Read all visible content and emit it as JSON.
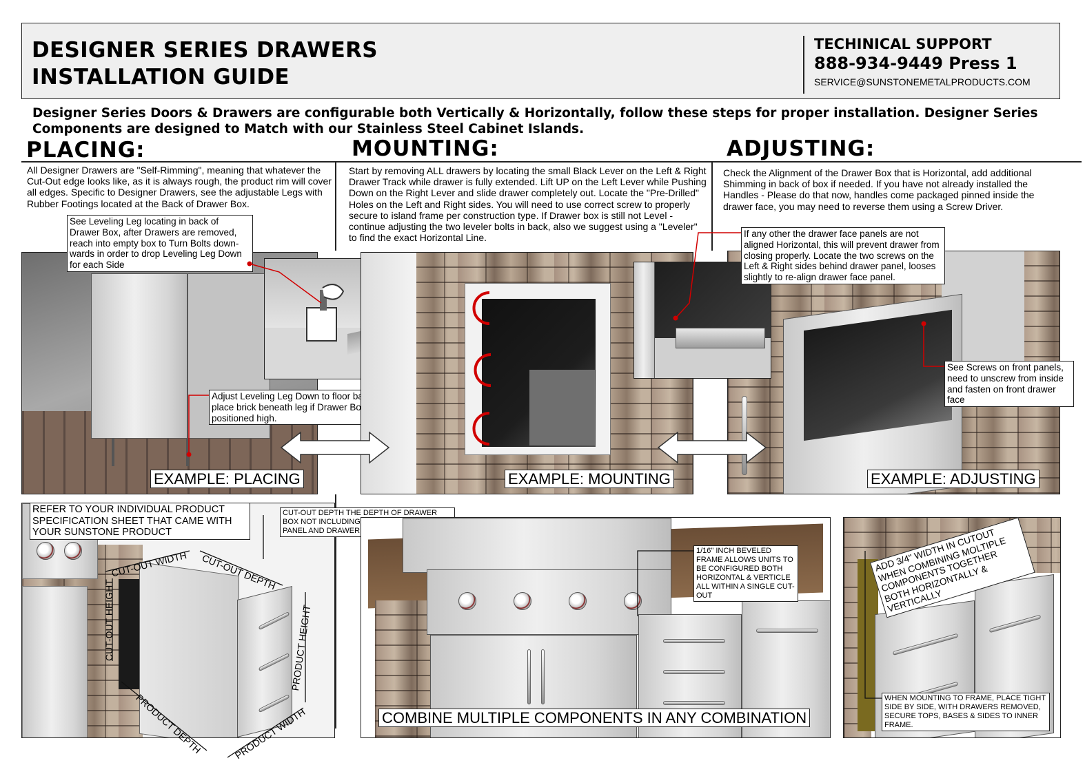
{
  "header": {
    "title_line1": "DESIGNER SERIES DRAWERS",
    "title_line2": "INSTALLATION GUIDE",
    "support_title": "TECHINICAL SUPPORT",
    "support_phone": "888-934-9449 Press 1",
    "support_email": "SERVICE@SUNSTONEMETALPRODUCTS.COM"
  },
  "intro": "Designer Series Doors & Drawers are configurable both Vertically & Horizontally, follow these steps for proper installation. Designer Series Components are designed to Match with our Stainless Steel Cabinet Islands.",
  "placing": {
    "heading": "PLACING:",
    "body": "All Designer Drawers are \"Self-Rimming\", meaning that whatever the Cut-Out edge looks like, as it is always rough, the product rim will cover all edges. Specific to Designer Drawers, see the adjustable Legs with Rubber Footings located at the Back of Drawer Box.",
    "callout_leg": "See Leveling Leg locating in back of Drawer Box, after Drawers are removed, reach into empty box to Turn Bolts down-wards in order to drop Leveling Leg Down for each Side",
    "callout_floor": "Adjust Leveling Leg Down to floor base or place brick beneath leg if Drawer Box is positioned high.",
    "caption": "EXAMPLE: PLACING"
  },
  "mounting": {
    "heading": "MOUNTING:",
    "body": "Start by removing ALL drawers by locating the small Black Lever on the Left & Right Drawer Track while drawer is fully extended. Lift UP on the Left Lever while Pushing Down on the Right Lever and slide drawer completely out. Locate the \"Pre-Drilled\" Holes on the Left and Right sides. You will need to use correct screw to properly secure to island frame per construction type. If Drawer box is still not Level - continue adjusting the two leveler bolts in back, also we suggest using a \"Leveler\" to find the exact Horizontal Line.",
    "caption": "EXAMPLE: MOUNTING"
  },
  "adjusting": {
    "heading": "ADJUSTING:",
    "body": "Check the Alignment of the Drawer Box that is Horizontal, add additional Shimming in back of box if needed. If you have not already installed the Handles - Please do that now, handles come packaged pinned inside the drawer face, you may need to reverse them using a Screw Driver.",
    "callout_align": "If any other the drawer face panels are not aligned Horizontal, this will prevent drawer from closing properly. Locate the two screws on the Left & Right sides behind drawer panel, looses slightly to re-align drawer face panel.",
    "callout_screws": "See Screws on front panels, need to unscrew from inside and fasten on front drawer face",
    "caption": "EXAMPLE: ADJUSTING"
  },
  "dimensions": {
    "refer_note": "REFER TO YOUR INDIVIDUAL PRODUCT SPECIFICATION SHEET THAT CAME WITH YOUR SUNSTONE PRODUCT",
    "cutout_depth_note": "CUT-OUT DEPTH THE DEPTH OF DRAWER BOX NOT INCLUDING THE FRONT DRAWER PANEL AND DRAWER FRAME",
    "labels": {
      "cutout_width": "CUT-OUT WIDTH",
      "cutout_depth": "CUT-OUT DEPTH",
      "cutout_height": "CUT-OUT HEIGHT",
      "product_height": "PRODUCT HEIGHT",
      "product_depth": "PRODUCT DEPTH",
      "product_width": "PRODUCT WIDTH"
    }
  },
  "combine": {
    "bevel_note": "1/16\" INCH BEVELED FRAME ALLOWS UNITS TO BE CONFIGURED BOTH HORIZONTAL & VERTICLE ALL WITHIN A SINGLE CUT-OUT",
    "caption": "COMBINE MULTIPLE COMPONENTS IN ANY COMBINATION"
  },
  "cutout_width": {
    "add_note": "ADD 3/4\" WIDTH IN CUTOUT WHEN COMBINING MOLTIPLE COMPONENTS TOGETHER BOTH HORIZONTALLY & VERTICALLY",
    "mount_note": "WHEN MOUNTING TO FRAME, PLACE TIGHT SIDE BY SIDE, WITH DRAWERS REMOVED, SECURE TOPS, BASES & SIDES TO INNER FRAME."
  },
  "colors": {
    "callout_red": "#d10000",
    "steel": "#d8d8d8",
    "header_bg": "#efefef"
  }
}
